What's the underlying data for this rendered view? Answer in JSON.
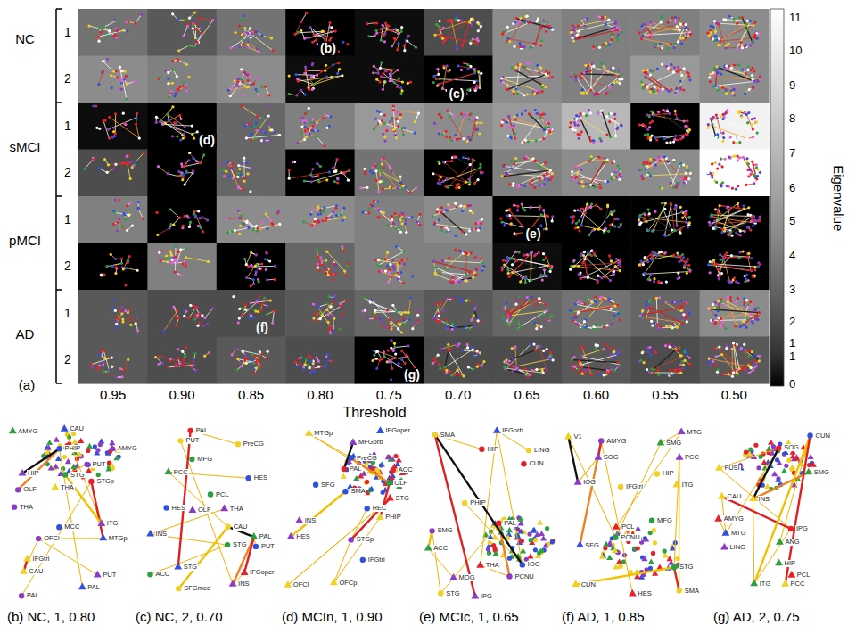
{
  "diagram": {
    "labels": [
      "NC",
      "1",
      "2",
      "sMCI",
      "1",
      "2",
      "pMCI",
      "1",
      "2",
      "AD",
      "1",
      "2",
      "(b)",
      "(c)",
      "(d)",
      "(e)",
      "(f)",
      "(g)",
      "(a)",
      "0.95",
      "0.90",
      "0.85",
      "0.80",
      "0.75",
      "0.70",
      "0.65",
      "0.60",
      "0.55",
      "0.50",
      "Threshold",
      "11",
      "10",
      "9",
      "8",
      "7",
      "6",
      "5",
      "4",
      "3",
      "2",
      "1",
      "1",
      "0",
      "Eigenvalue",
      "STG",
      "MCC",
      "IFGtri",
      "PUT",
      "PUT",
      "OLF",
      "PAL",
      "AMYG",
      "AMYG",
      "THA",
      "PHIP",
      "CAU",
      "HIP",
      "STGp",
      "MTGp",
      "OFCl",
      "THA",
      "ITG",
      "CAU",
      "PAL",
      "STG",
      "INS",
      "INS",
      "HES",
      "HES",
      "PUT",
      "PUT",
      "PAL",
      "CAU",
      "ACC",
      "THA",
      "OLF",
      "PCC",
      "PreCG",
      "SFGmed",
      "IFGoper",
      "PCL",
      "STG",
      "MFG",
      "PAL",
      "STG",
      "IFGtri",
      "SFG",
      "REC",
      "HES",
      "INS",
      "SMA",
      "MFGorb",
      "OFCl",
      "OFCp",
      "IFGoper",
      "PAL",
      "PreCG",
      "OLF",
      "ACC",
      "STGp",
      "MTGp",
      "PHIP",
      "MOG",
      "IPG",
      "PCNU",
      "IFGorb",
      "STG",
      "SMA",
      "HIP",
      "PHIP",
      "ACC",
      "PAL",
      "THA",
      "LING",
      "IOG",
      "CUN",
      "SMG",
      "PCNU",
      "SOG",
      "IOG",
      "CUN",
      "V1",
      "SMA",
      "PCL",
      "PCC",
      "SFG",
      "MFG",
      "ITG",
      "HIP",
      "AMYG",
      "HES",
      "STG",
      "MTG",
      "SMG",
      "IFGtri",
      "PCC",
      "SOG",
      "CUN",
      "CAU",
      "HIP",
      "PCL",
      "SMG",
      "IPG",
      "ANG",
      "LING",
      "ITG",
      "AMYG",
      "MTG",
      "FUSI",
      "INS",
      "(b) NC, 1, 0.80",
      "(c) NC, 2, 0.70",
      "(d) MCIn, 1, 0.90",
      "(e) MCIc, 1, 0.65",
      "(f) AD, 1, 0.85",
      "(g) AD, 2, 0.75"
    ]
  }
}
